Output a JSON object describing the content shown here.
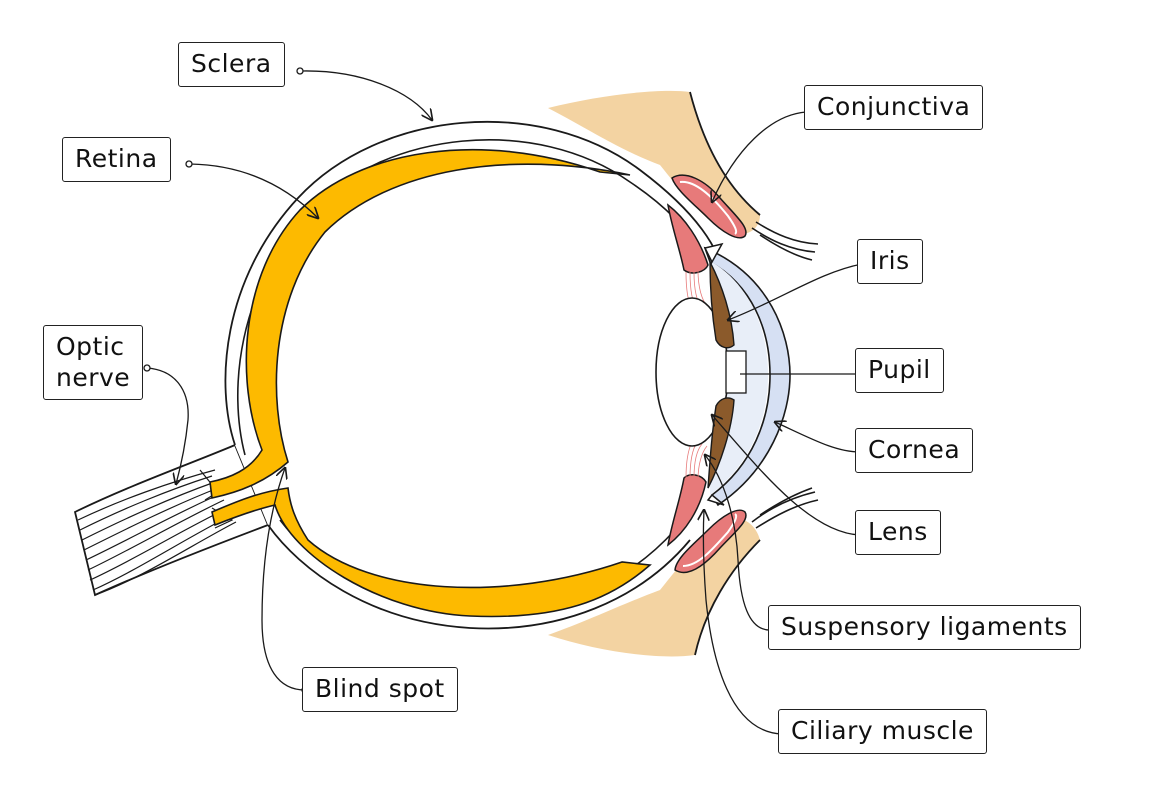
{
  "diagram": {
    "labels": {
      "sclera": "Sclera",
      "retina": "Retina",
      "optic_nerve": [
        "Optic",
        "nerve"
      ],
      "blind_spot": "Blind spot",
      "conjunctiva": "Conjunctiva",
      "iris": "Iris",
      "pupil": "Pupil",
      "cornea": "Cornea",
      "lens": "Lens",
      "suspensory_ligaments": "Suspensory ligaments",
      "ciliary_muscle": "Ciliary muscle"
    },
    "colors": {
      "retina": "#FDBA00",
      "eyelid_skin": "#F3D3A2",
      "ciliary_muscle": "#E77A7A",
      "iris": "#8B5A2B",
      "cornea": "#D6E0F3",
      "outline": "#1a1a1a"
    }
  }
}
